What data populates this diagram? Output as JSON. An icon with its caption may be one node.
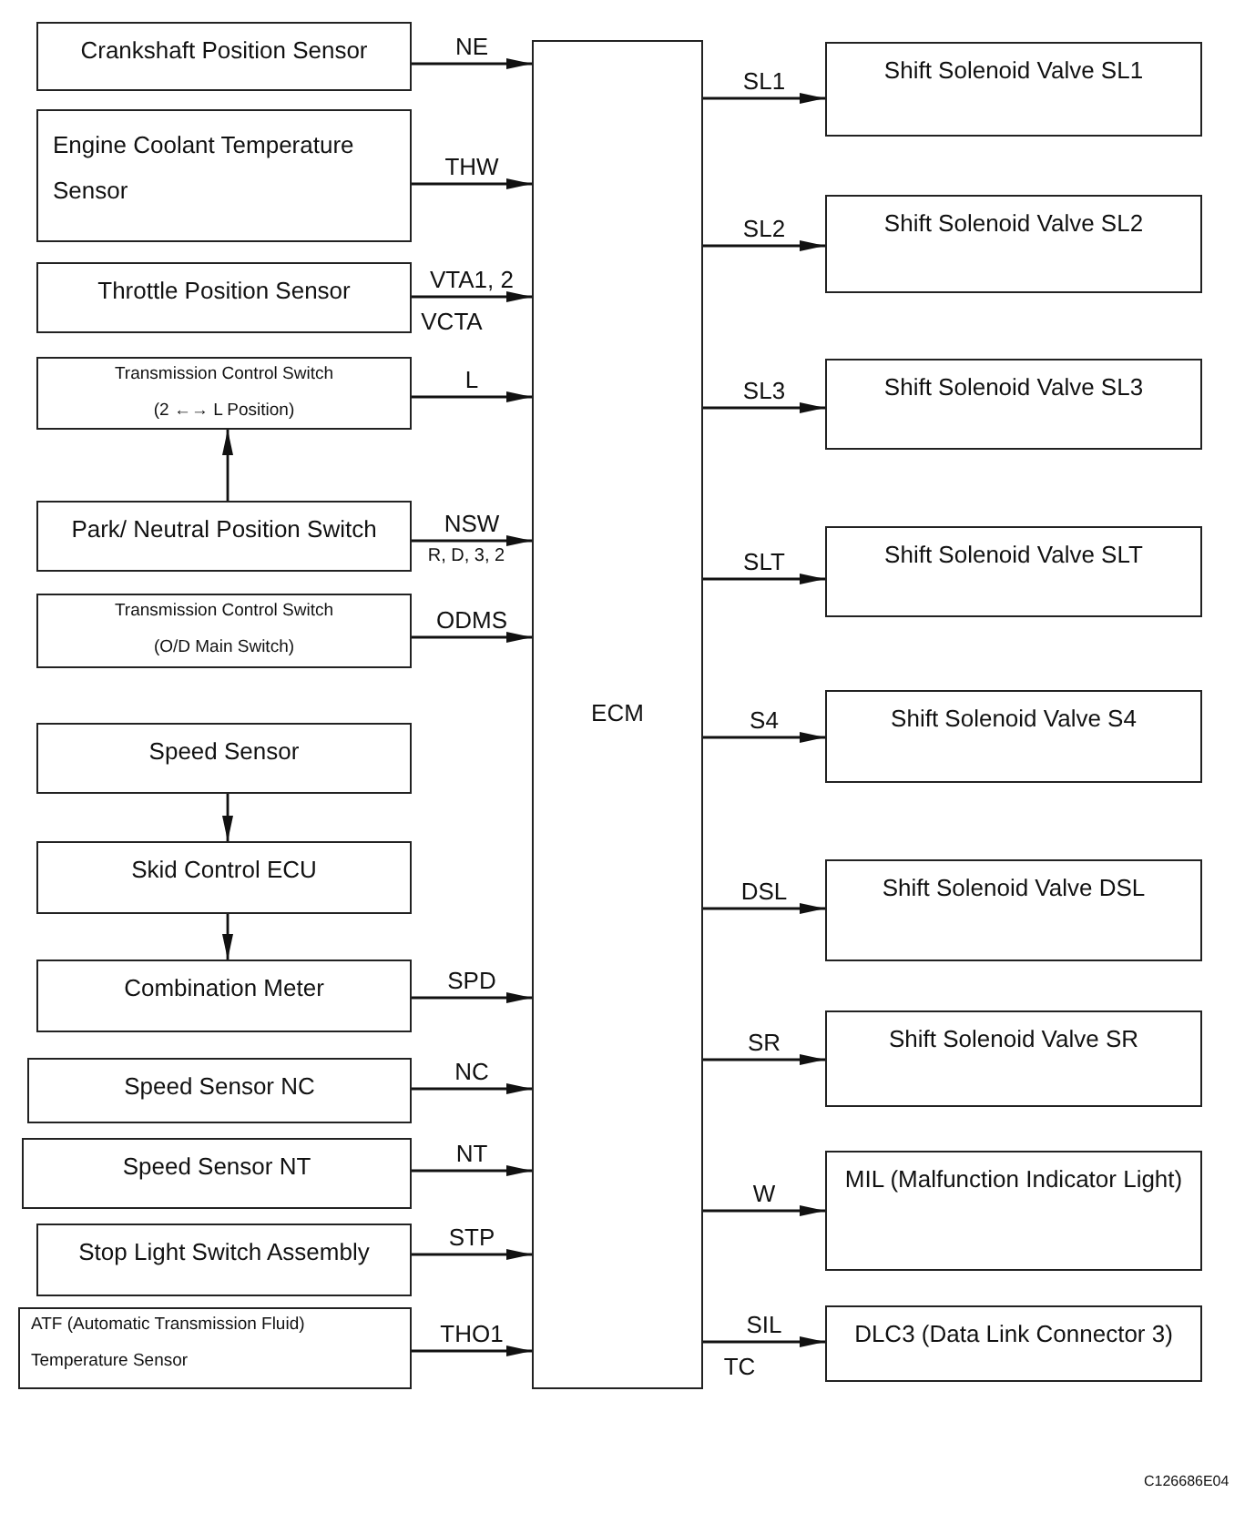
{
  "diagram": {
    "nodes": [
      {
        "text": [
          "Crankshaft Position Sensor"
        ]
      },
      {
        "text": [
          "Engine Coolant Temperature Sensor"
        ]
      },
      {
        "text": [
          "Throttle Position Sensor"
        ]
      },
      {
        "text": [
          "Transmission Control Switch",
          "(2 ←→ L Position)"
        ]
      },
      {
        "text": [
          "Park/ Neutral Position Switch"
        ]
      },
      {
        "text": [
          "Transmission Control Switch",
          "(O/D Main Switch)"
        ]
      },
      {
        "text": [
          "Speed Sensor"
        ]
      },
      {
        "text": [
          "Skid Control ECU"
        ]
      },
      {
        "text": [
          "Combination Meter"
        ]
      },
      {
        "text": [
          "Speed Sensor NC"
        ]
      },
      {
        "text": [
          "Speed Sensor NT"
        ]
      },
      {
        "text": [
          "Stop Light Switch Assembly"
        ]
      },
      {
        "text": [
          "ATF (Automatic Transmission Fluid)",
          "Temperature Sensor"
        ]
      },
      {
        "text": [
          "ECM"
        ]
      },
      {
        "text": [
          "Shift Solenoid Valve SL1"
        ]
      },
      {
        "text": [
          "Shift Solenoid Valve SL2"
        ]
      },
      {
        "text": [
          "Shift Solenoid Valve SL3"
        ]
      },
      {
        "text": [
          "Shift Solenoid Valve SLT"
        ]
      },
      {
        "text": [
          "Shift Solenoid Valve S4"
        ]
      },
      {
        "text": [
          "Shift Solenoid Valve DSL"
        ]
      },
      {
        "text": [
          "Shift Solenoid Valve SR"
        ]
      },
      {
        "text": [
          "MIL (Malfunction Indicator Light)"
        ]
      },
      {
        "text": [
          "DLC3 (Data Link Connector 3)"
        ]
      }
    ],
    "edges": [
      {
        "from": 0,
        "to": 13,
        "arrow": "to",
        "label": "NE"
      },
      {
        "from": 1,
        "to": 13,
        "arrow": "to",
        "label": "THW"
      },
      {
        "from": 2,
        "to": 13,
        "arrow": "to",
        "label": "VTA1, 2"
      },
      {
        "from": 3,
        "to": 13,
        "arrow": "to",
        "label": "L"
      },
      {
        "from": 4,
        "to": 3,
        "arrow": "to"
      },
      {
        "from": 4,
        "to": 13,
        "arrow": "to",
        "label": "NSW"
      },
      {
        "from": 5,
        "to": 13,
        "arrow": "to",
        "label": "ODMS"
      },
      {
        "from": 6,
        "to": 7,
        "arrow": "to"
      },
      {
        "from": 7,
        "to": 8,
        "arrow": "to"
      },
      {
        "from": 8,
        "to": 13,
        "arrow": "to",
        "label": "SPD"
      },
      {
        "from": 9,
        "to": 13,
        "arrow": "to",
        "label": "NC"
      },
      {
        "from": 10,
        "to": 13,
        "arrow": "to",
        "label": "NT"
      },
      {
        "from": 11,
        "to": 13,
        "arrow": "to",
        "label": "STP"
      },
      {
        "from": 12,
        "to": 13,
        "arrow": "to",
        "label": "THO1"
      },
      {
        "from": 13,
        "to": 14,
        "arrow": "to",
        "label": "SL1"
      },
      {
        "from": 13,
        "to": 15,
        "arrow": "to",
        "label": "SL2"
      },
      {
        "from": 13,
        "to": 16,
        "arrow": "to",
        "label": "SL3"
      },
      {
        "from": 13,
        "to": 17,
        "arrow": "to",
        "label": "SLT"
      },
      {
        "from": 13,
        "to": 18,
        "arrow": "to",
        "label": "S4"
      },
      {
        "from": 13,
        "to": 19,
        "arrow": "to",
        "label": "DSL"
      },
      {
        "from": 13,
        "to": 20,
        "arrow": "to",
        "label": "SR"
      },
      {
        "from": 13,
        "to": 21,
        "arrow": "to",
        "label": "W"
      },
      {
        "from": 13,
        "to": 22,
        "arrow": "to",
        "label": "SIL"
      }
    ],
    "labels": [
      "VCTA",
      "R, D, 3, 2",
      "TC",
      "C126686E04"
    ]
  }
}
